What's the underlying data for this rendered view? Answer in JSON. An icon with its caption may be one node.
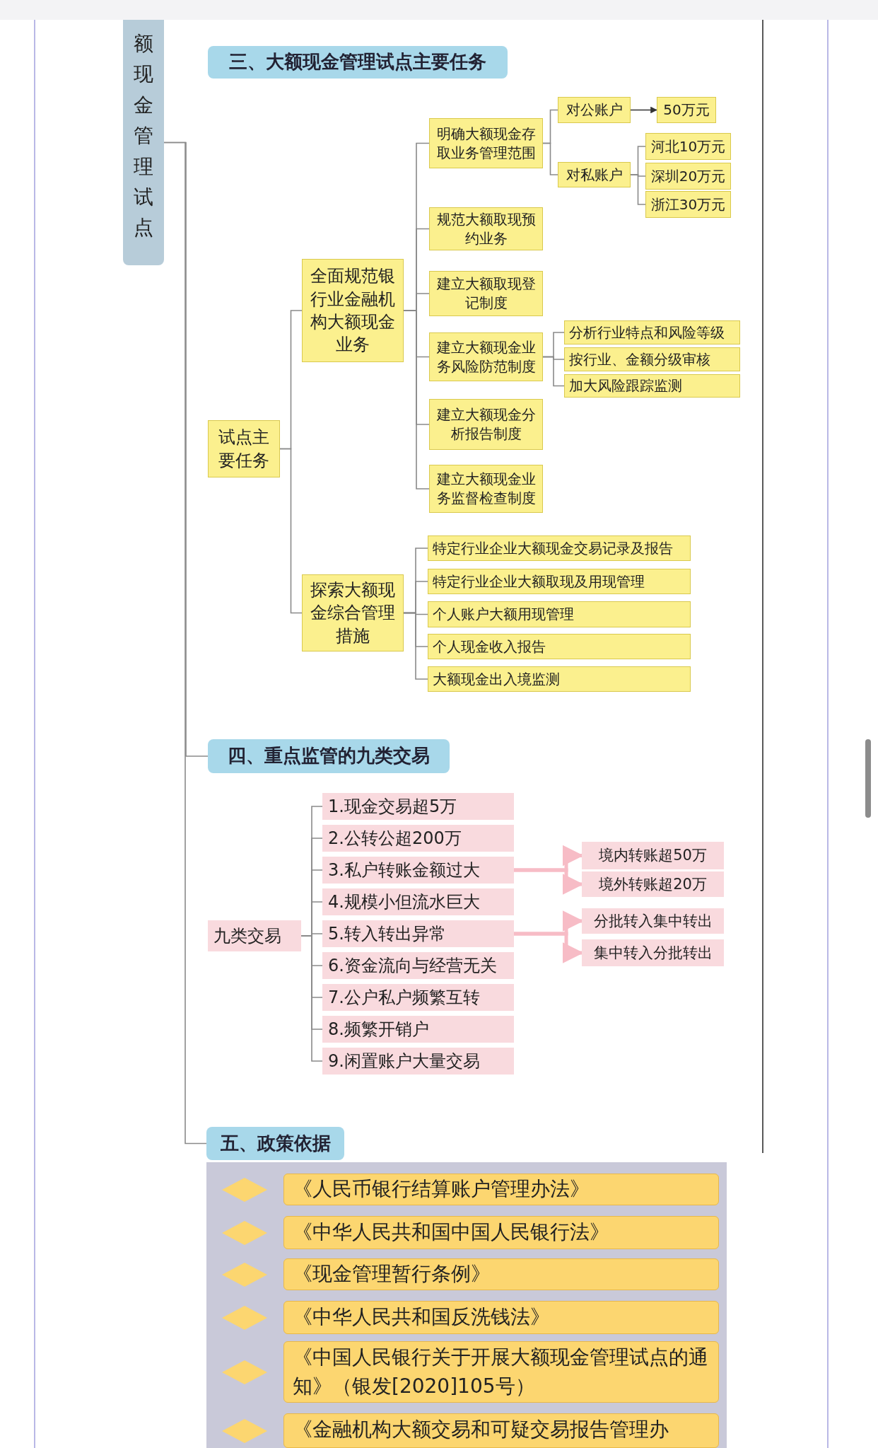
{
  "diagram": {
    "nodes": [
      {
        "text": [
          "额现金管理试点"
        ]
      },
      {
        "text": [
          "三、大额现金管理试点主要任务"
        ]
      },
      {
        "text": [
          "试点主要任务"
        ]
      },
      {
        "text": [
          "全面规范银行业金融机构大额现金业务"
        ]
      },
      {
        "text": [
          "明确大额现金存取业务管理范围"
        ]
      },
      {
        "text": [
          "对公账户"
        ]
      },
      {
        "text": [
          "50万元"
        ]
      },
      {
        "text": [
          "对私账户"
        ]
      },
      {
        "text": [
          "河北10万元"
        ]
      },
      {
        "text": [
          "深圳20万元"
        ]
      },
      {
        "text": [
          "浙江30万元"
        ]
      },
      {
        "text": [
          "规范大额取现预约业务"
        ]
      },
      {
        "text": [
          "建立大额取现登记制度"
        ]
      },
      {
        "text": [
          "建立大额现金业务风险防范制度"
        ]
      },
      {
        "text": [
          "分析行业特点和风险等级"
        ]
      },
      {
        "text": [
          "按行业、金额分级审核"
        ]
      },
      {
        "text": [
          "加大风险跟踪监测"
        ]
      },
      {
        "text": [
          "建立大额现金分析报告制度"
        ]
      },
      {
        "text": [
          "建立大额现金业务监督检查制度"
        ]
      },
      {
        "text": [
          "探索大额现金综合管理措施"
        ]
      },
      {
        "text": [
          "特定行业企业大额现金交易记录及报告"
        ]
      },
      {
        "text": [
          "特定行业企业大额取现及用现管理"
        ]
      },
      {
        "text": [
          "个人账户大额用现管理"
        ]
      },
      {
        "text": [
          "个人现金收入报告"
        ]
      },
      {
        "text": [
          "大额现金出入境监测"
        ]
      },
      {
        "text": [
          "四、重点监管的九类交易"
        ]
      },
      {
        "text": [
          "九类交易"
        ]
      },
      {
        "text": [
          "1.现金交易超5万"
        ]
      },
      {
        "text": [
          "2.公转公超200万"
        ]
      },
      {
        "text": [
          "3.私户转账金额过大"
        ]
      },
      {
        "text": [
          "4.规模小但流水巨大"
        ]
      },
      {
        "text": [
          "5.转入转出异常"
        ]
      },
      {
        "text": [
          "6.资金流向与经营无关"
        ]
      },
      {
        "text": [
          "7.公户私户频繁互转"
        ]
      },
      {
        "text": [
          "8.频繁开销户"
        ]
      },
      {
        "text": [
          "9.闲置账户大量交易"
        ]
      },
      {
        "text": [
          "境内转账超50万"
        ]
      },
      {
        "text": [
          "境外转账超20万"
        ]
      },
      {
        "text": [
          "分批转入集中转出"
        ]
      },
      {
        "text": [
          "集中转入分批转出"
        ]
      },
      {
        "text": [
          "五、政策依据"
        ]
      },
      {
        "text": [],
        "shape": "box"
      },
      {
        "text": [
          "《人民币银行结算账户管理办法》"
        ],
        "in": 41
      },
      {
        "text": [
          "《中华人民共和国中国人民银行法》"
        ],
        "in": 41
      },
      {
        "text": [
          "《现金管理暂行条例》"
        ],
        "in": 41
      },
      {
        "text": [
          "《中华人民共和国反洗钱法》"
        ],
        "in": 41
      },
      {
        "text": [
          "《中国人民银行关于开展大额现金管理试点的通知》（银发[2020]105号）"
        ],
        "in": 41
      },
      {
        "text": [
          "《金融机构大额交易和可疑交易报告管理办"
        ],
        "in": 41
      },
      {
        "text": [],
        "shape": "bar"
      }
    ],
    "edges": [
      {
        "from": 0,
        "to": 25,
        "arrow": "none"
      },
      {
        "from": 0,
        "to": 40,
        "arrow": "none"
      },
      {
        "from": 2,
        "to": 3,
        "arrow": "none"
      },
      {
        "from": 2,
        "to": 19,
        "arrow": "none"
      },
      {
        "from": 3,
        "to": 4,
        "arrow": "none"
      },
      {
        "from": 3,
        "to": 11,
        "arrow": "none"
      },
      {
        "from": 3,
        "to": 12,
        "arrow": "none"
      },
      {
        "from": 3,
        "to": 13,
        "arrow": "none"
      },
      {
        "from": 3,
        "to": 17,
        "arrow": "none"
      },
      {
        "from": 3,
        "to": 18,
        "arrow": "none"
      },
      {
        "from": 4,
        "to": 5,
        "arrow": "none"
      },
      {
        "from": 4,
        "to": 7,
        "arrow": "none"
      },
      {
        "from": 5,
        "to": 6,
        "arrow": "to",
        "color": "#333333"
      },
      {
        "from": 7,
        "to": 8,
        "arrow": "none"
      },
      {
        "from": 7,
        "to": 9,
        "arrow": "none"
      },
      {
        "from": 7,
        "to": 10,
        "arrow": "none"
      },
      {
        "from": 13,
        "to": 14,
        "arrow": "none"
      },
      {
        "from": 13,
        "to": 15,
        "arrow": "none"
      },
      {
        "from": 13,
        "to": 16,
        "arrow": "none"
      },
      {
        "from": 19,
        "to": 20,
        "arrow": "none"
      },
      {
        "from": 19,
        "to": 21,
        "arrow": "none"
      },
      {
        "from": 19,
        "to": 22,
        "arrow": "none"
      },
      {
        "from": 19,
        "to": 23,
        "arrow": "none"
      },
      {
        "from": 19,
        "to": 24,
        "arrow": "none"
      },
      {
        "from": 26,
        "to": 27,
        "arrow": "none"
      },
      {
        "from": 26,
        "to": 28,
        "arrow": "none"
      },
      {
        "from": 26,
        "to": 29,
        "arrow": "none"
      },
      {
        "from": 26,
        "to": 30,
        "arrow": "none"
      },
      {
        "from": 26,
        "to": 31,
        "arrow": "none"
      },
      {
        "from": 26,
        "to": 32,
        "arrow": "none"
      },
      {
        "from": 26,
        "to": 33,
        "arrow": "none"
      },
      {
        "from": 26,
        "to": 34,
        "arrow": "none"
      },
      {
        "from": 26,
        "to": 35,
        "arrow": "none"
      },
      {
        "from": 29,
        "to": 36,
        "arrow": "to",
        "style": "thick",
        "color": "#f7bcc6"
      },
      {
        "from": 29,
        "to": 37,
        "arrow": "to",
        "style": "thick",
        "color": "#f7bcc6"
      },
      {
        "from": 31,
        "to": 38,
        "arrow": "to",
        "style": "thick",
        "color": "#f7bcc6"
      },
      {
        "from": 31,
        "to": 39,
        "arrow": "to",
        "style": "thick",
        "color": "#f7bcc6"
      }
    ]
  }
}
